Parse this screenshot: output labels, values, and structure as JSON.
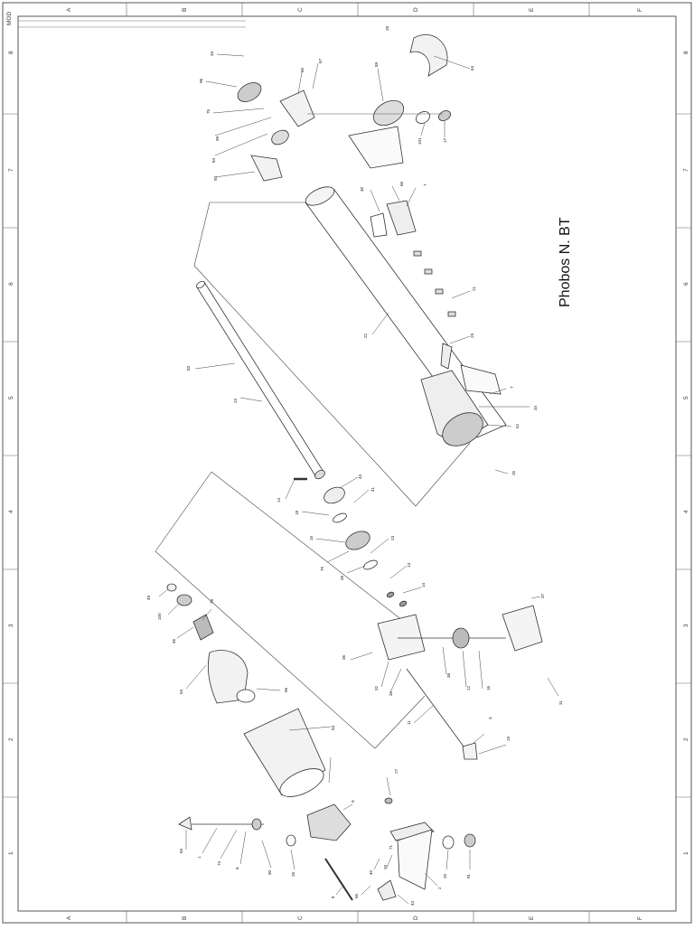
{
  "title": "Phobos N. BT",
  "frame": {
    "letters": [
      "A",
      "B",
      "C",
      "D",
      "E",
      "F"
    ],
    "numbers": [
      "8",
      "7",
      "6",
      "5",
      "4",
      "3",
      "2",
      "1"
    ],
    "corner_tag": "MOD"
  },
  "labels": {
    "l33": "33",
    "l96": "96",
    "l75": "75",
    "l99": "99",
    "l84": "84",
    "l92": "92",
    "l60": "60",
    "l67": "67",
    "l28": "28",
    "l64": "64",
    "l89": "89",
    "l101": "101",
    "l17": "17",
    "l30": "30",
    "l66": "66",
    "l7a": "7",
    "l21": "21",
    "l22": "22",
    "l29": "29",
    "l7b": "7",
    "l34": "34",
    "l52": "52",
    "l25": "25",
    "l83": "83",
    "l24": "24",
    "l14": "14",
    "l43": "43",
    "l18": "18",
    "l41": "41",
    "l15": "15",
    "l70": "70",
    "l23": "23",
    "l39": "39",
    "l13": "13",
    "l14b": "14",
    "l49": "49",
    "l100": "100",
    "l46": "46",
    "l78": "78",
    "l54": "54",
    "l56": "56",
    "l37": "37",
    "l36": "36",
    "l32": "32",
    "l35": "35",
    "l38": "38",
    "l12": "12",
    "l16": "16",
    "l31": "31",
    "l11": "11",
    "l3": "3",
    "l19": "19",
    "l53": "53",
    "l27": "27",
    "l9": "9",
    "l63": "63",
    "l1": "1",
    "l74": "74",
    "l6": "6",
    "l90": "90",
    "l26": "26",
    "l8": "8",
    "l55": "55",
    "l44": "44",
    "l20": "20",
    "l2": "2",
    "l40": "40",
    "l25b": "25",
    "l91": "91",
    "l71": "71"
  }
}
